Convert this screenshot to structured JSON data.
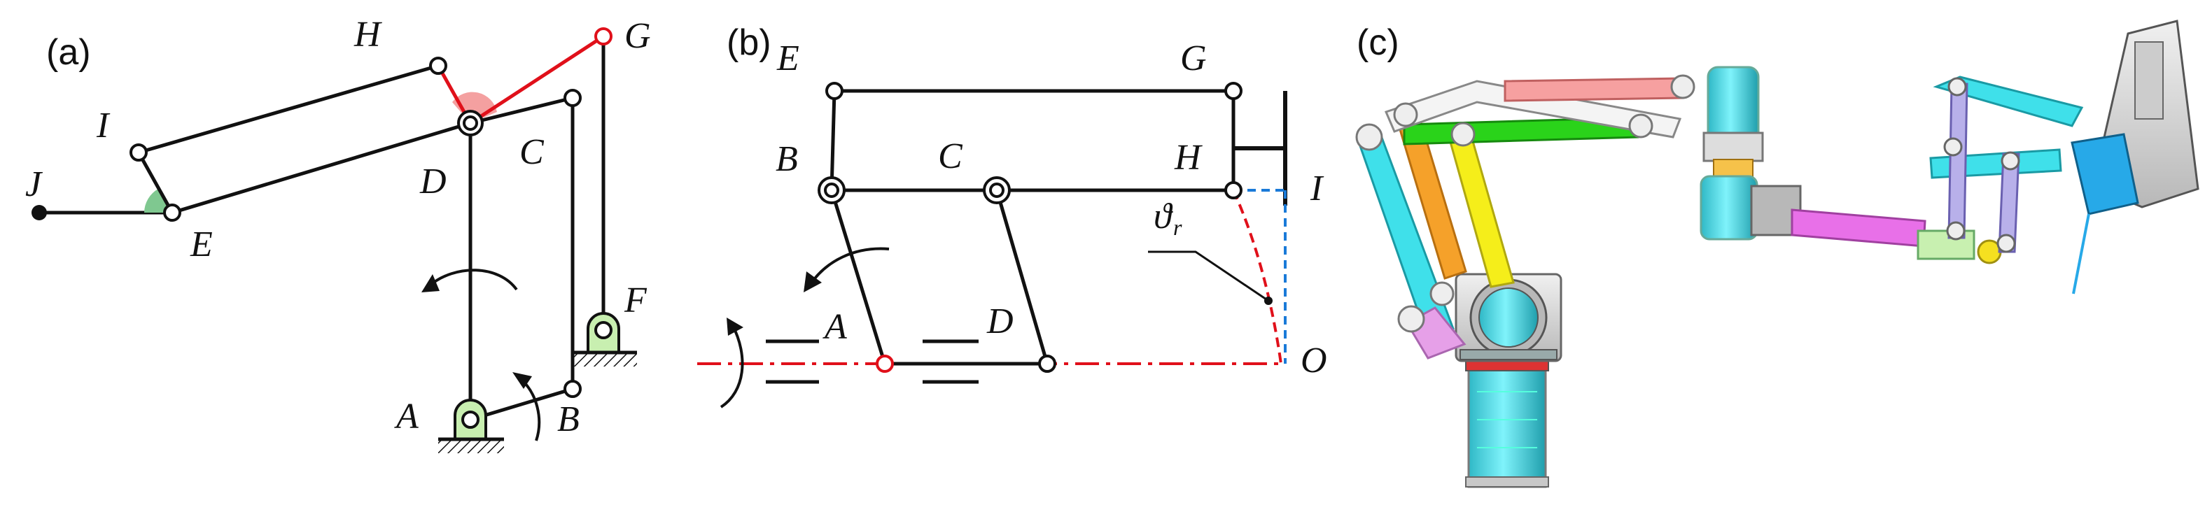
{
  "panel_a": {
    "tag": "(a)",
    "labels": {
      "H": "H",
      "G": "G",
      "I": "I",
      "C": "C",
      "J": "J",
      "D": "D",
      "E": "E",
      "F": "F",
      "A": "A",
      "B": "B"
    }
  },
  "panel_b": {
    "tag": "(b)",
    "labels": {
      "E": "E",
      "G": "G",
      "B": "B",
      "C": "C",
      "H": "H",
      "I": "I",
      "A": "A",
      "D": "D",
      "O": "O"
    },
    "angle_symbol": "ϑ",
    "angle_subscript": "r"
  },
  "panel_c": {
    "tag": "(c)"
  },
  "colors": {
    "link": "#111111",
    "red": "#e0101a",
    "blue_dash": "#1a7ad8",
    "ground_green": "#c8efb0",
    "angle_green": "#7fc890",
    "angle_red": "#f4a0a0",
    "cyan": "#3fe0ea",
    "orange": "#f5a12a",
    "yellow": "#f5ee1a",
    "green": "#2ad31a",
    "pink": "#f6a0a0",
    "violet": "#c8a2f0",
    "lilac": "#b8b0ea",
    "blue": "#27a9e8"
  }
}
